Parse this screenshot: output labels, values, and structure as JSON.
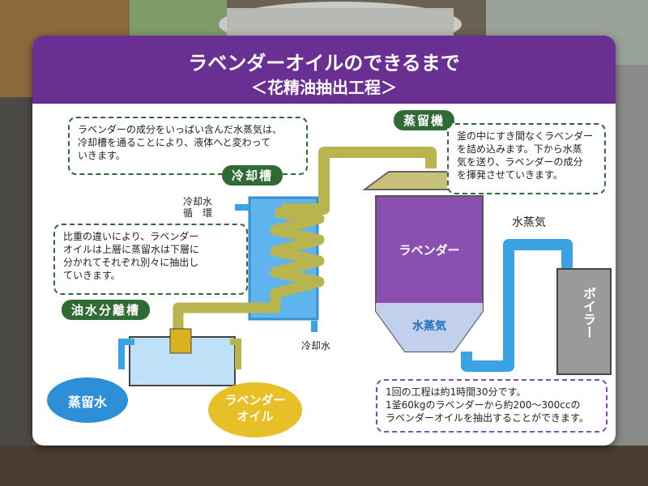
{
  "title": "ラベンダーオイルのできるまで",
  "subtitle": "＜花精油抽出工程＞",
  "labels": {
    "still": "蒸留機",
    "condenser": "冷却槽",
    "separator": "油水分離槽",
    "cooling_water_circulation_1": "冷却水",
    "cooling_water_circulation_2": "循　環",
    "cooling_water_in": "冷却水",
    "steam": "水蒸気",
    "lavender": "ラベンダー",
    "steam_in_tank": "水蒸気",
    "boiler": "ボイラー",
    "distilled_water": "蒸留水",
    "lavender_oil_1": "ラベンダー",
    "lavender_oil_2": "オイル"
  },
  "notes": {
    "condenser_note": [
      "ラベンダーの成分をいっぱい含んだ水蒸気は、",
      "冷却槽を通ることにより、液体へと変わって",
      "いきます。"
    ],
    "still_note": [
      "釜の中にすき間なくラベンダー",
      "を詰め込みます。下から水蒸",
      "気を送り、ラベンダーの成分",
      "を揮発させていきます。"
    ],
    "separator_note": [
      "比重の違いにより、ラベンダー",
      "オイルは上層に蒸留水は下層に",
      "分かれてそれぞれ別々に抽出し",
      "ていきます。"
    ],
    "process_note": [
      "1回の工程は約1時間30分です。",
      "1釜60kgのラベンダーから約200～300ccの",
      "ラベンダーオイルを抽出することができます。"
    ]
  },
  "colors": {
    "purple": "#6a2f93",
    "tank_purple": "#8a4fb0",
    "green": "#2f6b33",
    "pipe_olive": "#b9b54e",
    "water_blue": "#3aa3e6",
    "gold": "#d9b220"
  }
}
